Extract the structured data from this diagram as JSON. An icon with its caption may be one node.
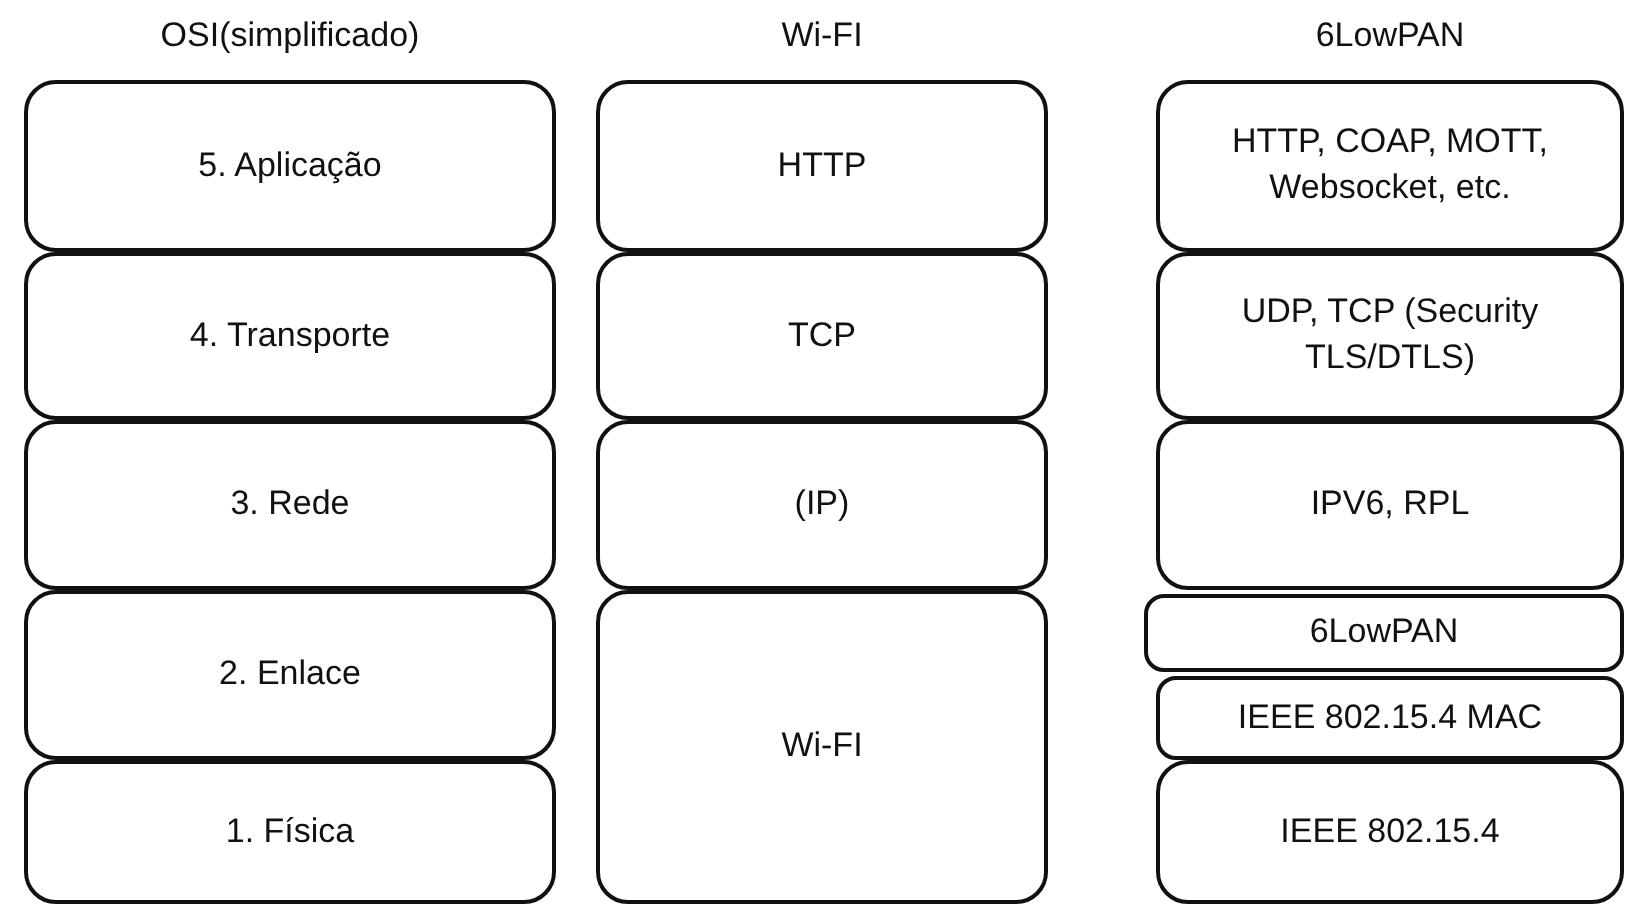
{
  "diagram": {
    "nodes": [
      {
        "text": [
          "5. Aplicação"
        ]
      },
      {
        "text": [
          "4. Transporte"
        ]
      },
      {
        "text": [
          "3. Rede"
        ]
      },
      {
        "text": [
          "2. Enlace"
        ]
      },
      {
        "text": [
          "1. Física"
        ]
      },
      {
        "text": [
          "HTTP"
        ]
      },
      {
        "text": [
          "TCP"
        ]
      },
      {
        "text": [
          "(IP)"
        ]
      },
      {
        "text": [
          "Wi-FI"
        ]
      },
      {
        "text": [
          "HTTP, COAP, MOTT, Websocket, etc."
        ]
      },
      {
        "text": [
          "UDP, TCP (Security TLS/DTLS)"
        ]
      },
      {
        "text": [
          "IPV6, RPL"
        ]
      },
      {
        "text": [
          "6LowPAN"
        ]
      },
      {
        "text": [
          "IEEE 802.15.4 MAC"
        ]
      },
      {
        "text": [
          "IEEE 802.15.4"
        ]
      }
    ],
    "edges": [],
    "labels": [
      "OSI(simplificado)",
      "Wi-FI",
      "6LowPAN"
    ]
  }
}
